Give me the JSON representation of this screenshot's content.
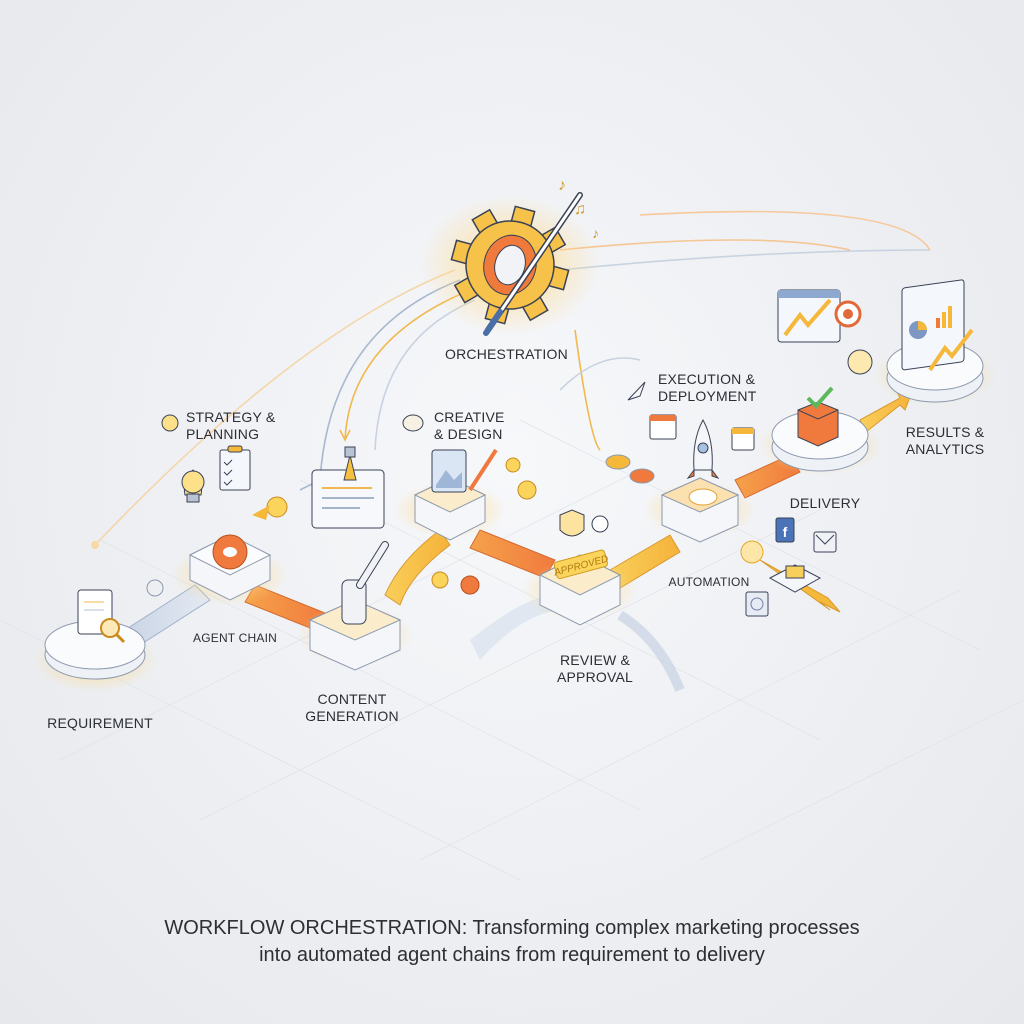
{
  "diagram": {
    "center": {
      "label": "ORCHESTRATION",
      "icon": "gear-with-baton-icon"
    },
    "stages": [
      {
        "id": "requirement",
        "label": "REQUIREMENT",
        "icon": "document-search-icon"
      },
      {
        "id": "strategy",
        "label": "STRATEGY &\nPLANNING",
        "icon": "lightbulb-icon"
      },
      {
        "id": "agent-chain",
        "label": "AGENT CHAIN",
        "icon": "gear-icon"
      },
      {
        "id": "content",
        "label": "CONTENT\nGENERATION",
        "icon": "robot-arm-icon"
      },
      {
        "id": "creative",
        "label": "CREATIVE\n& DESIGN",
        "icon": "palette-icon"
      },
      {
        "id": "review",
        "label": "REVIEW &\nAPPROVAL",
        "icon": "approved-stamp-icon",
        "stamp": "APPROVED"
      },
      {
        "id": "execution",
        "label": "EXECUTION &\nDEPLOYMENT",
        "icon": "rocket-icon"
      },
      {
        "id": "automation",
        "label": "AUTOMATION",
        "icon": "email-icon"
      },
      {
        "id": "delivery",
        "label": "DELIVERY",
        "icon": "box-check-icon"
      },
      {
        "id": "results",
        "label": "RESULTS &\nANALYTICS",
        "icon": "dashboard-chart-icon"
      }
    ],
    "colors": {
      "orange": "#f07a3e",
      "amber": "#f5b83a",
      "yellow": "#f9d45c",
      "blue_line": "#9fb2cc",
      "platform": "#f4f6f9",
      "outline": "#3a4256"
    }
  },
  "caption": {
    "line1": "WORKFLOW ORCHESTRATION: Transforming complex marketing processes",
    "line2": "into automated agent chains from requirement to delivery"
  }
}
